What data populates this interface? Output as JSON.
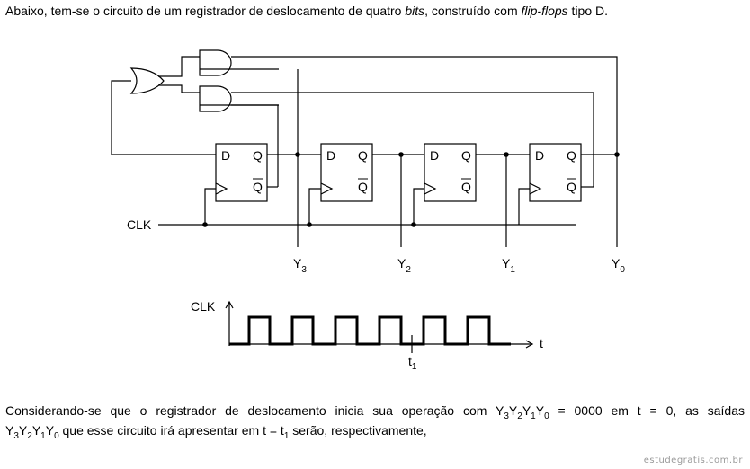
{
  "intro": {
    "part1": "Abaixo, tem-se o circuito de um registrador de deslocamento de quatro ",
    "em1": "bits",
    "part2": ", construído com ",
    "em2": "flip-flops",
    "part3": " tipo D."
  },
  "circuit": {
    "clk_label": "CLK",
    "flip_flop_labels": {
      "d": "D",
      "q": "Q",
      "qbar": "Q"
    },
    "output_labels": [
      {
        "base": "Y",
        "sub": "3"
      },
      {
        "base": "Y",
        "sub": "2"
      },
      {
        "base": "Y",
        "sub": "1"
      },
      {
        "base": "Y",
        "sub": "0"
      }
    ]
  },
  "timing": {
    "clk_label": "CLK",
    "t_label": "t",
    "t1_base": "t",
    "t1_sub": "1",
    "pulse_count": 6
  },
  "question": {
    "line1_a": "Considerando-se que o registrador de deslocamento inicia sua operação com ",
    "line1_b": " = 0000 em t = 0, as saídas",
    "line2_a": " que esse circuito irá apresentar em t = t",
    "line2_sub": "1",
    "line2_b": " serão, respectivamente,",
    "y_base": "Y",
    "y_subs": [
      "3",
      "2",
      "1",
      "0"
    ]
  },
  "watermark": "estudegratis.com.br"
}
